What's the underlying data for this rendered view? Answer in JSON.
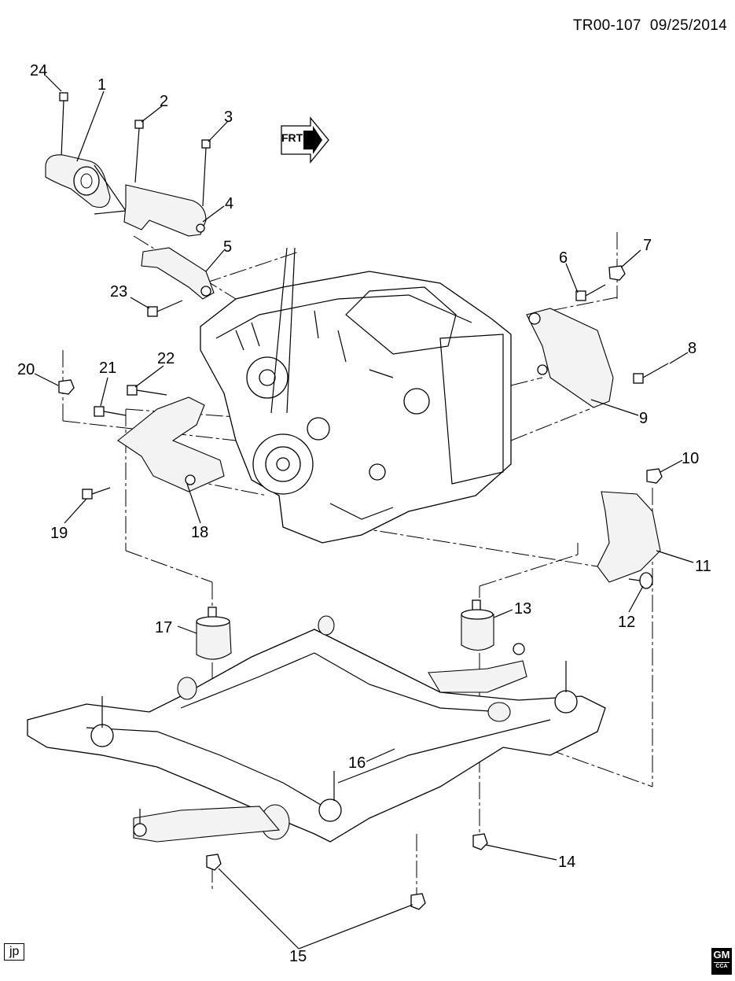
{
  "header": {
    "doc_id": "TR00-107",
    "date": "09/25/2014"
  },
  "front_arrow_label": "FRT",
  "callouts": [
    "1",
    "2",
    "3",
    "4",
    "5",
    "6",
    "7",
    "8",
    "9",
    "10",
    "11",
    "12",
    "13",
    "14",
    "15",
    "16",
    "17",
    "18",
    "19",
    "20",
    "21",
    "22",
    "23",
    "24"
  ],
  "corner_tag": "jp",
  "logo": {
    "text": "GM",
    "sub": "CCA"
  }
}
